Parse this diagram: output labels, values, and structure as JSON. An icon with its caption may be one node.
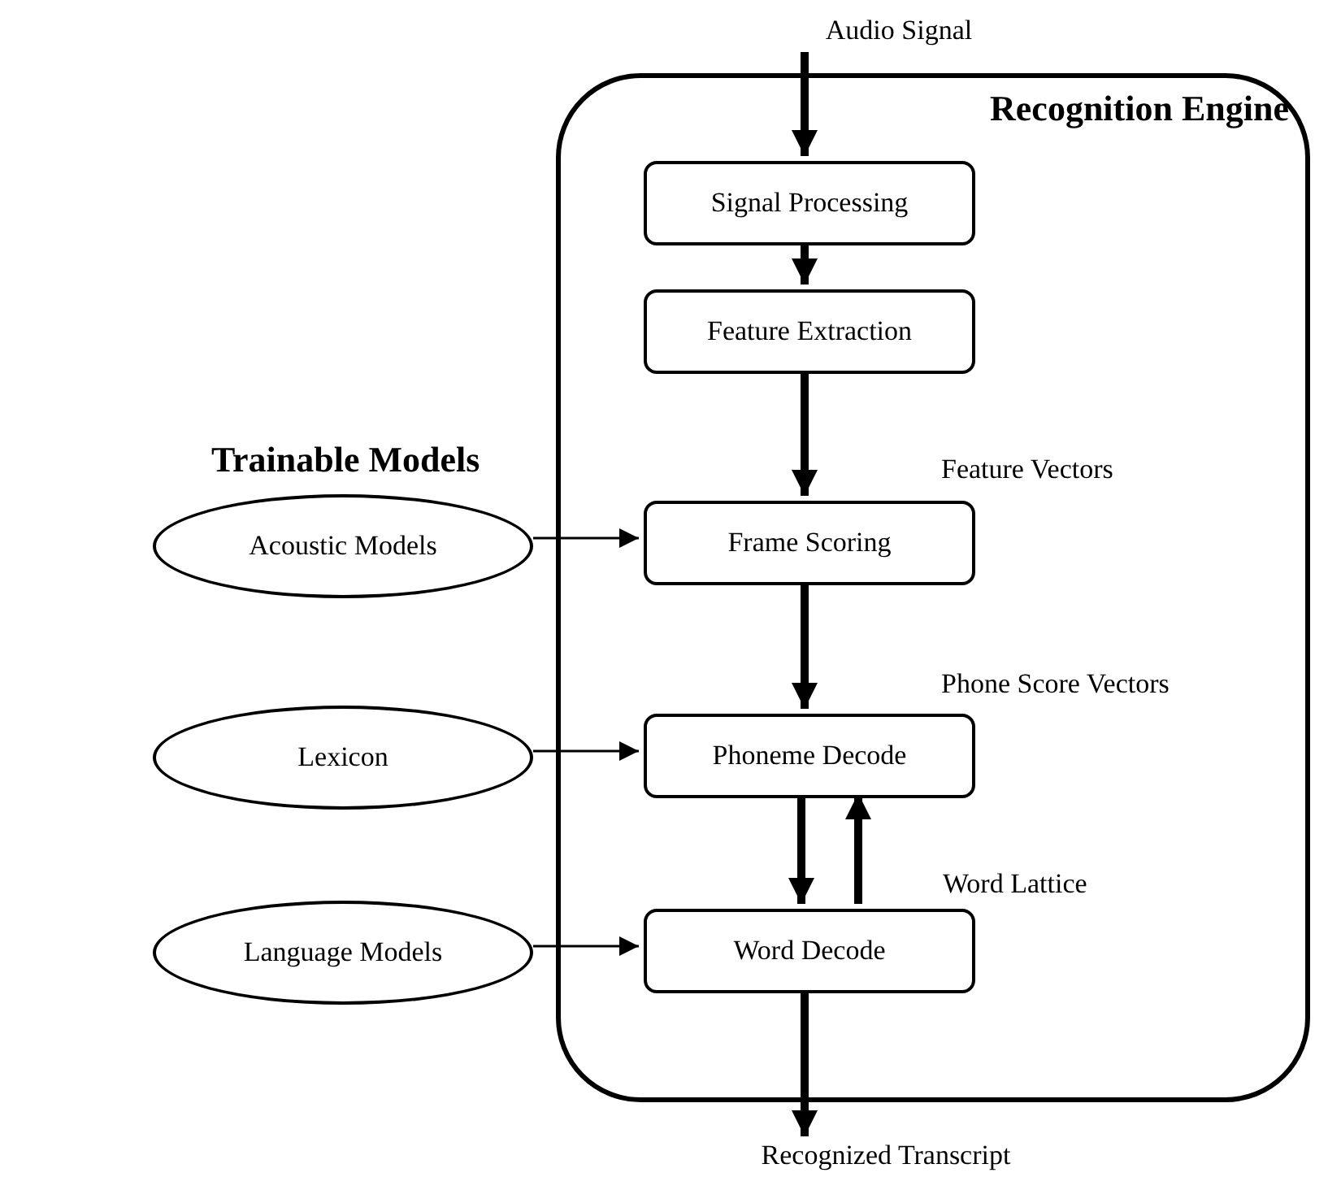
{
  "diagram": {
    "nodes": [
      {
        "text": [
          "Audio Signal"
        ]
      },
      {
        "text": [
          "Recognition Engine"
        ]
      },
      {
        "text": [
          "Signal Processing"
        ],
        "in": 1
      },
      {
        "text": [
          "Feature Extraction"
        ],
        "in": 1
      },
      {
        "text": [
          "Frame Scoring"
        ],
        "in": 1
      },
      {
        "text": [
          "Phoneme Decode"
        ],
        "in": 1
      },
      {
        "text": [
          "Word Decode"
        ],
        "in": 1
      },
      {
        "text": [
          "Acoustic Models"
        ]
      },
      {
        "text": [
          "Lexicon"
        ]
      },
      {
        "text": [
          "Language Models"
        ]
      },
      {
        "text": [
          "Recognized Transcript"
        ]
      }
    ],
    "edges": [
      {
        "from": 0,
        "to": 2,
        "arrow": "to"
      },
      {
        "from": 2,
        "to": 3,
        "arrow": "to"
      },
      {
        "from": 3,
        "to": 4,
        "arrow": "to",
        "label": "Feature Vectors"
      },
      {
        "from": 4,
        "to": 5,
        "arrow": "to",
        "label": "Phone Score Vectors"
      },
      {
        "from": 5,
        "to": 6,
        "arrow": "to"
      },
      {
        "from": 6,
        "to": 5,
        "arrow": "to",
        "label": "Word Lattice"
      },
      {
        "from": 6,
        "to": 10,
        "arrow": "to"
      },
      {
        "from": 7,
        "to": 4,
        "arrow": "to"
      },
      {
        "from": 8,
        "to": 5,
        "arrow": "to"
      },
      {
        "from": 9,
        "to": 6,
        "arrow": "to"
      }
    ],
    "labels": [
      "Trainable Models"
    ]
  }
}
